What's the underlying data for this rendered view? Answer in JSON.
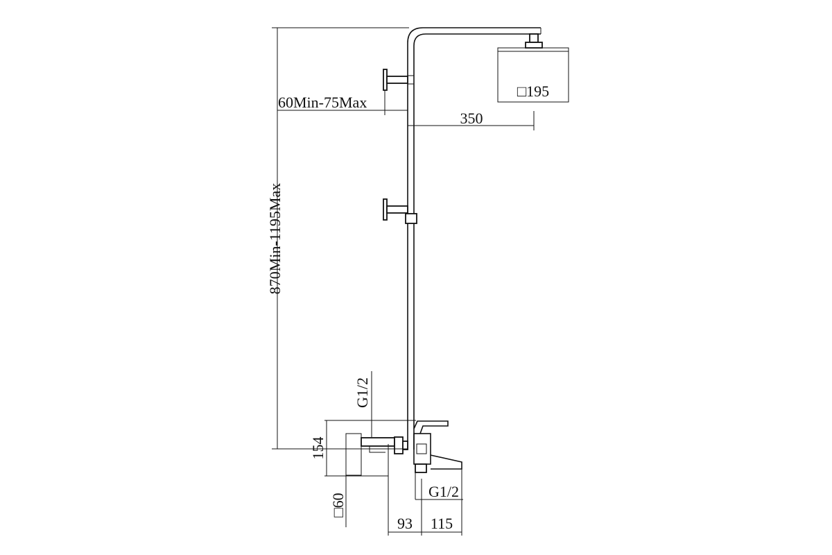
{
  "dimensions": {
    "total_height": "870Min-1195Max",
    "wall_offset": "60Min-75Max",
    "arm_length": "350",
    "head_size": "□195",
    "mixer_height": "154",
    "inlet_top": "G1/2",
    "inlet_bottom": "G1/2",
    "flange_size": "□60",
    "depth_a": "93",
    "depth_b": "115"
  }
}
